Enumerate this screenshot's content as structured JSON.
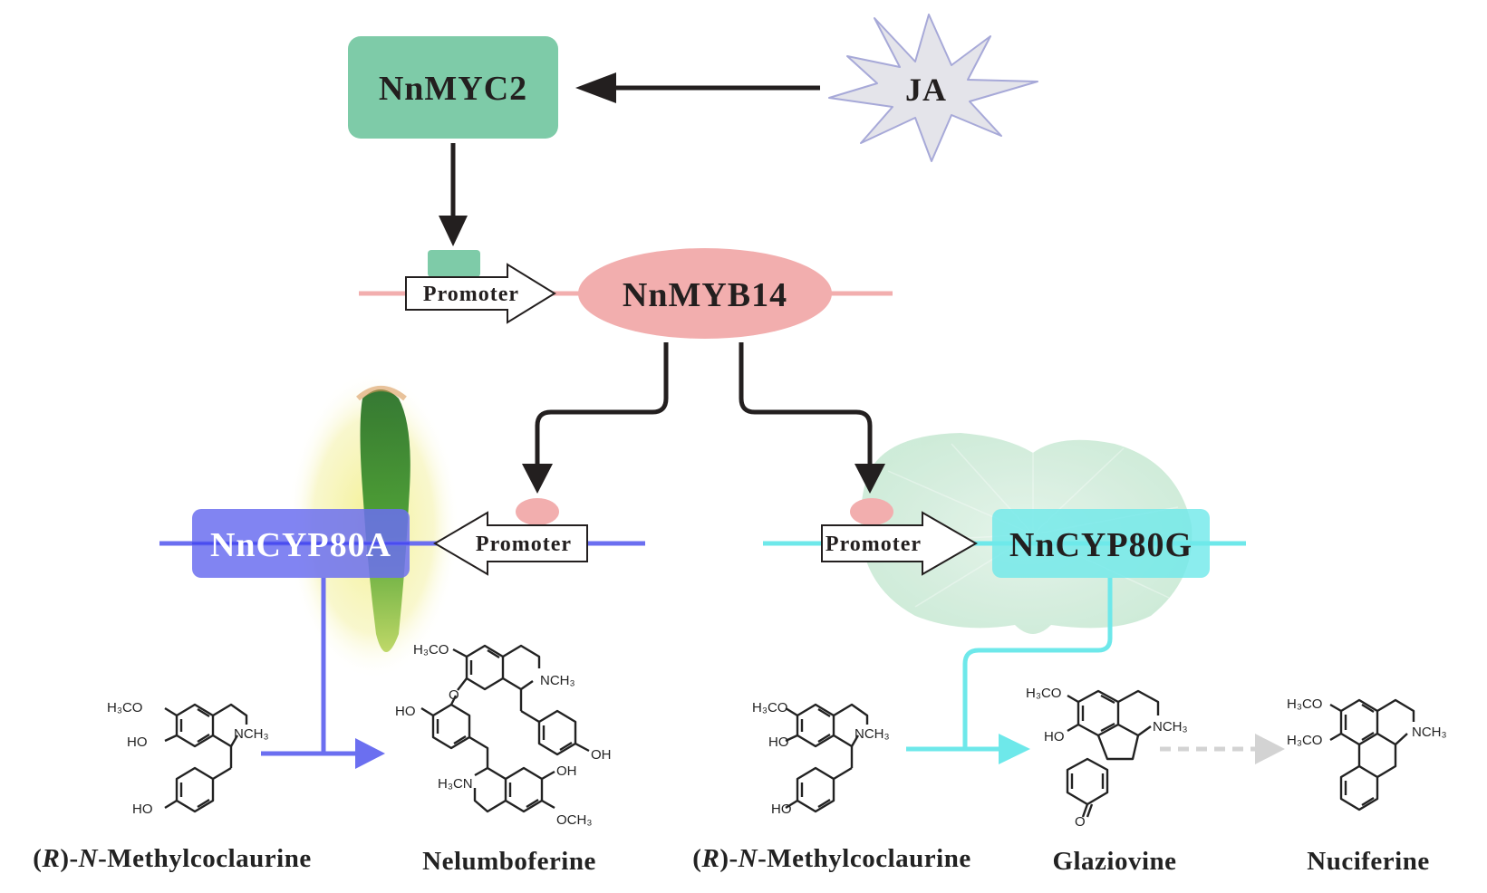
{
  "diagram": {
    "signal": {
      "label": "JA",
      "icon": "starburst-icon"
    },
    "regulator": {
      "label": "NnMYC2",
      "color": "#7ecba8"
    },
    "tf_gene": {
      "label": "NnMYB14",
      "promoter_label": "Promoter",
      "color": "#f2aeae",
      "binding_site_color": "#7ecba8"
    },
    "left_branch": {
      "gene_label": "NnCYP80A",
      "promoter_label": "Promoter",
      "color": "#6b6ff0",
      "tissue": "seed-embryo-image",
      "substrate": {
        "name_prefix": "(",
        "name_italic_r": "R",
        "name_mid": ")-",
        "name_italic_n": "N",
        "name_rest": "-Methylcoclaurine"
      },
      "product": {
        "name": "Nelumboferine"
      }
    },
    "right_branch": {
      "gene_label": "NnCYP80G",
      "promoter_label": "Promoter",
      "color": "#6ee8ea",
      "tissue": "lotus-leaf-image",
      "substrate": {
        "name_prefix": "(",
        "name_italic_r": "R",
        "name_mid": ")-",
        "name_italic_n": "N",
        "name_rest": "-Methylcoclaurine"
      },
      "product": {
        "name": "Glaziovine"
      },
      "downstream_product": {
        "name": "Nuciferine",
        "arrow_style": "dashed-gray"
      }
    },
    "chem_labels": {
      "h3co": "H₃CO",
      "ho": "HO",
      "oh": "OH",
      "nch3": "NCH₃",
      "h3cn": "H₃CN",
      "och3": "OCH₃",
      "o": "O"
    },
    "colors": {
      "arrow": "#231f1f",
      "tf_line": "#f2aeae",
      "left_line": "#6b6ff0",
      "right_line": "#6ee8ea",
      "dashed_arrow": "#d3d3d3",
      "starburst_fill": "#e4e4ea",
      "starburst_stroke": "#a7a9d8"
    }
  }
}
